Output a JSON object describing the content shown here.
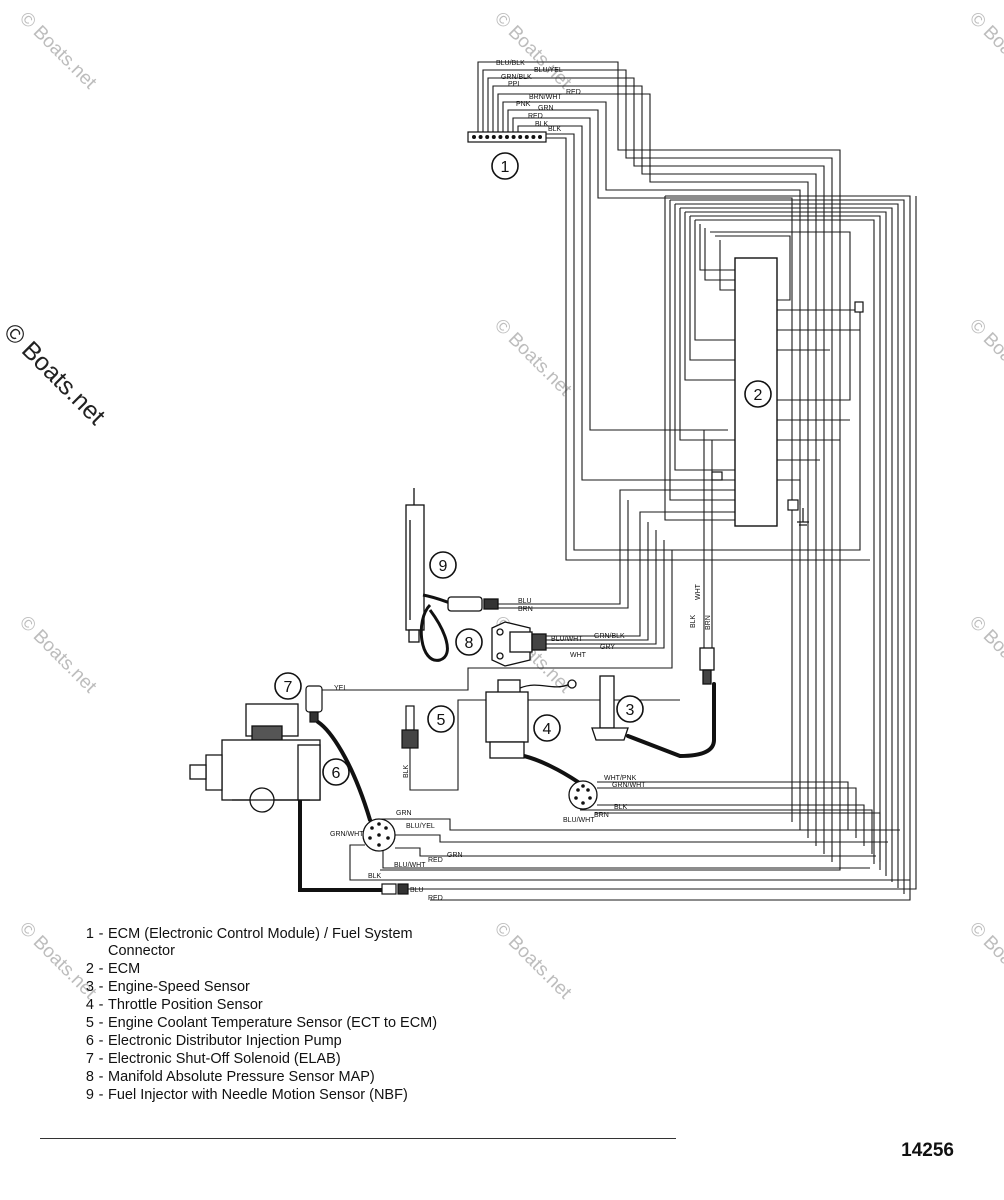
{
  "watermark": "© Boats.net",
  "callouts": [
    "1",
    "2",
    "3",
    "4",
    "5",
    "6",
    "7",
    "8",
    "9"
  ],
  "wire_labels": {
    "connector": [
      "BLU/BLK",
      "BLU/YEL",
      "GRN/BLK",
      "PPL",
      "RED",
      "BRN/WHT",
      "GRN",
      "PNK",
      "RED",
      "BLK",
      "BLK"
    ],
    "injector": [
      "BLU",
      "BRN"
    ],
    "map": [
      "BLU/WHT",
      "GRN/BLK",
      "GRY",
      "WHT"
    ],
    "solenoid": "YEL",
    "coolant": "BLK",
    "speed": [
      "WHT",
      "BRN",
      "BLK"
    ],
    "throttle": [
      "WHT/PNK",
      "GRN/WHT",
      "BLK",
      "BLU/WHT",
      "BRN"
    ],
    "pump": [
      "GRN",
      "BLU/YEL",
      "GRN/WHT",
      "BLU/WHT",
      "RED",
      "GRN",
      "BLK",
      "BLU",
      "RED"
    ]
  },
  "legend": [
    {
      "num": "1",
      "text": "ECM (Electronic Control Module) / Fuel System Connector"
    },
    {
      "num": "2",
      "text": "ECM"
    },
    {
      "num": "3",
      "text": "Engine-Speed Sensor"
    },
    {
      "num": "4",
      "text": "Throttle Position Sensor"
    },
    {
      "num": "5",
      "text": "Engine Coolant Temperature Sensor (ECT to ECM)"
    },
    {
      "num": "6",
      "text": "Electronic Distributor Injection Pump"
    },
    {
      "num": "7",
      "text": "Electronic Shut-Off Solenoid (ELAB)"
    },
    {
      "num": "8",
      "text": "Manifold Absolute Pressure Sensor MAP)"
    },
    {
      "num": "9",
      "text": "Fuel Injector with Needle Motion Sensor (NBF)"
    }
  ],
  "figure_number": "14256"
}
